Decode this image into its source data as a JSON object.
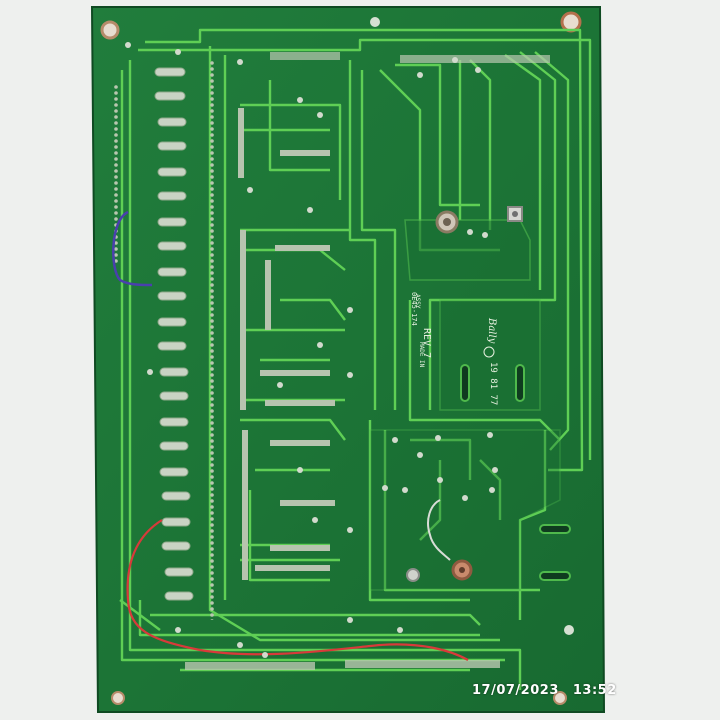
{
  "photo": {
    "subject": "green printed circuit board, solder side",
    "board_color": "#1f7a3a",
    "trace_color": "#5fcf55",
    "background_color": "#eef0ee"
  },
  "board_markings": {
    "logo": "Bally",
    "part_number": "0E45-174",
    "revision": "REV 7",
    "assembly": "ASSY",
    "made_in": "MADE IN",
    "copyright_year": "19 81 77"
  },
  "timestamp": {
    "date": "17/07/2023",
    "time": "13:52"
  }
}
